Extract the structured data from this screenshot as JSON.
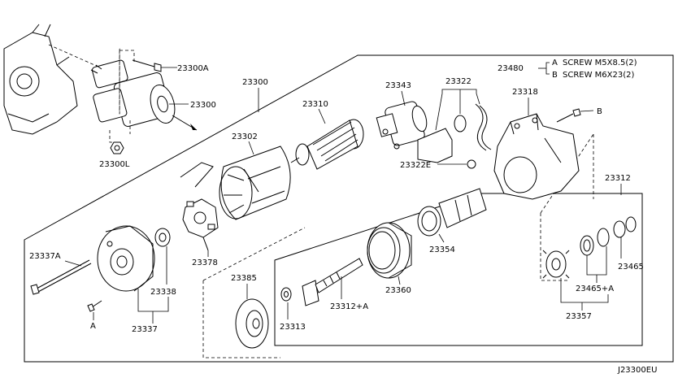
{
  "diagram": {
    "code": "J23300EU",
    "parts": [
      {
        "id": "p23300A",
        "label": "23300A"
      },
      {
        "id": "p23300",
        "label": "23300"
      },
      {
        "id": "p23300L",
        "label": "23300L"
      },
      {
        "id": "p23300top",
        "label": "23300"
      },
      {
        "id": "p23310",
        "label": "23310"
      },
      {
        "id": "p23302",
        "label": "23302"
      },
      {
        "id": "p23343",
        "label": "23343"
      },
      {
        "id": "p23322",
        "label": "23322"
      },
      {
        "id": "p23318",
        "label": "23318"
      },
      {
        "id": "p23322E",
        "label": "23322E"
      },
      {
        "id": "p23312",
        "label": "23312"
      },
      {
        "id": "p23378",
        "label": "23378"
      },
      {
        "id": "p23337A",
        "label": "23337A"
      },
      {
        "id": "p23338",
        "label": "23338"
      },
      {
        "id": "p23337",
        "label": "23337"
      },
      {
        "id": "p23385",
        "label": "23385"
      },
      {
        "id": "p23313",
        "label": "23313"
      },
      {
        "id": "p23312A",
        "label": "23312+A"
      },
      {
        "id": "p23360",
        "label": "23360"
      },
      {
        "id": "p23354",
        "label": "23354"
      },
      {
        "id": "p23465",
        "label": "23465"
      },
      {
        "id": "p23465A",
        "label": "23465+A"
      },
      {
        "id": "p23357",
        "label": "23357"
      },
      {
        "id": "refA",
        "label": "A"
      },
      {
        "id": "refB",
        "label": "B"
      }
    ],
    "screw_table": {
      "part": "23480",
      "rows": [
        {
          "key": "A",
          "text": "SCREW M5X8.5(2)"
        },
        {
          "key": "B",
          "text": "SCREW M6X23(2)"
        }
      ]
    }
  }
}
